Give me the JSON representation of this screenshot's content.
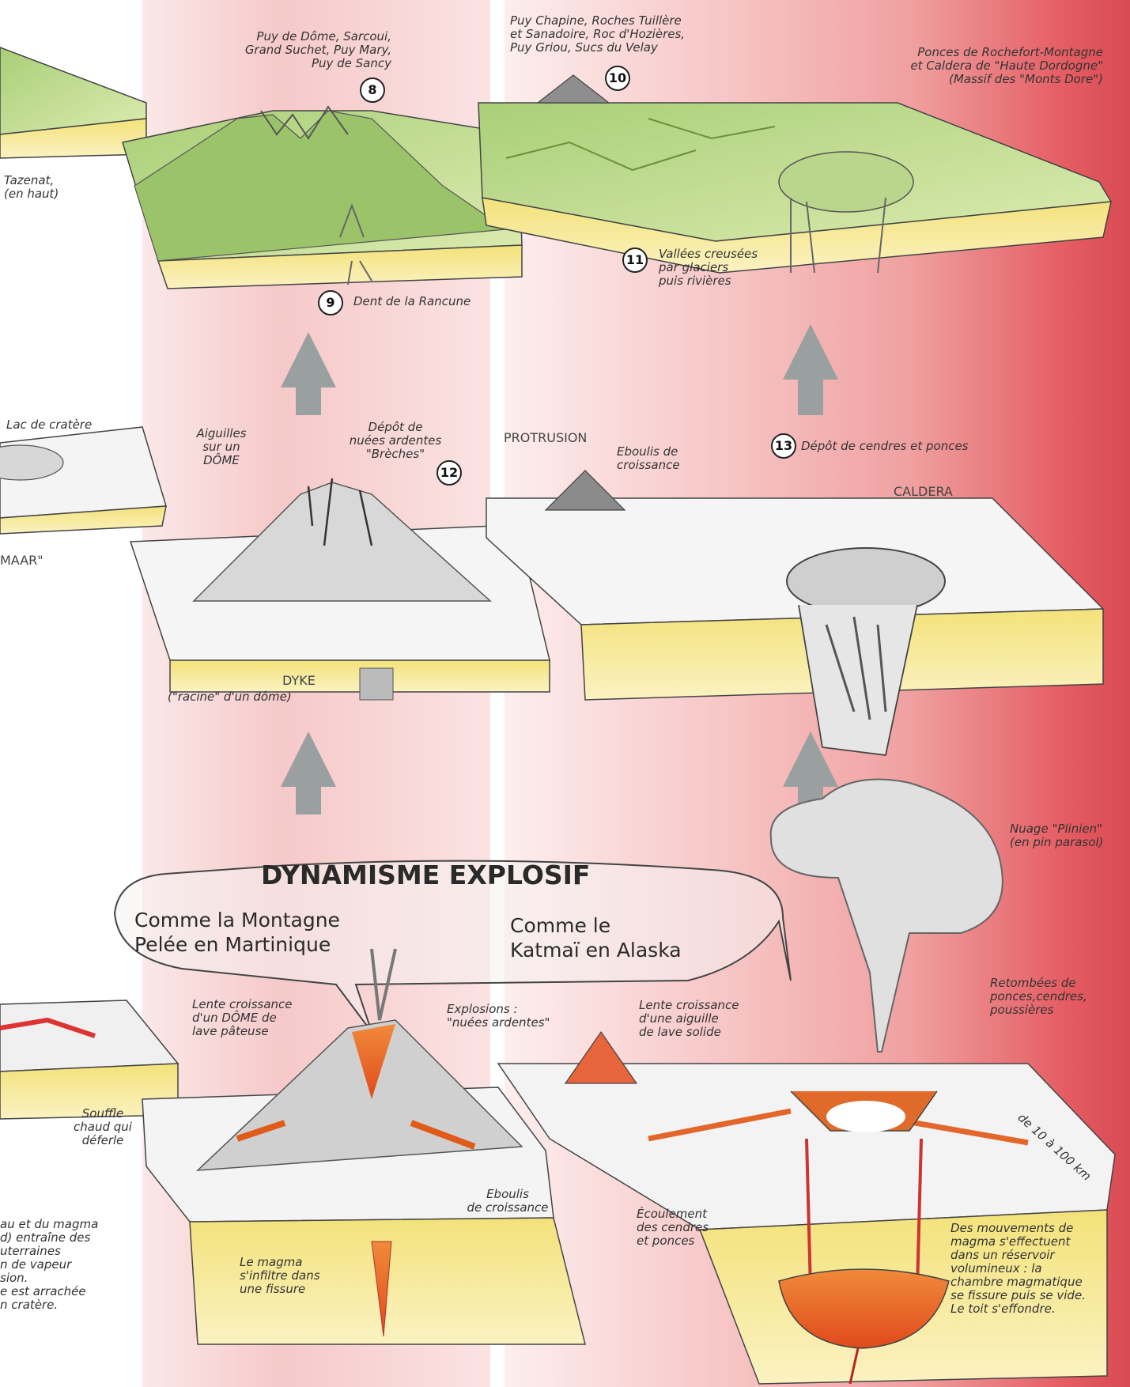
{
  "title": "DYNAMISME EXPLOSIF",
  "comparisons": {
    "left": "Comme la Montagne\nPelée en Martinique",
    "right": "Comme le\nKatmaï en Alaska"
  },
  "top": {
    "summits": "Puy de Dôme, Sarcoui,\nGrand Suchet, Puy Mary,\nPuy de Sancy",
    "summits_num": "8",
    "dent_num": "9",
    "dent": "Dent de la Rancune",
    "domes": "Puy Chapine, Roches Tuillère\net Sanadoire, Roc d'Hozières,\nPuy Griou, Sucs du Velay",
    "domes_num": "10",
    "valleys_num": "11",
    "valleys": "Vallées creusées\npar glaciers\npuis rivières",
    "ponces": "Ponces de Rochefort-Montagne\net Caldera de \"Haute Dordogne\"\n(Massif des \"Monts Dore\")",
    "left_fragment": "Tazenat,\n(en haut)"
  },
  "middle": {
    "aiguilles": "Aiguilles\nsur un\nDÔME",
    "depot_nuees": "Dépôt de\nnuées ardentes\n\"Brèches\"",
    "depot_num": "12",
    "dyke": "DYKE",
    "racine": "(\"racine\" d'un dôme)",
    "protrusion": "PROTRUSION",
    "eboulis": "Eboulis de\ncroissance",
    "cendres_num": "13",
    "cendres": "Dépôt de cendres et ponces",
    "caldera": "CALDERA",
    "lac": "Lac de cratère",
    "maar": "MAAR\""
  },
  "bottom": {
    "lente_dome": "Lente croissance\nd'un DÔME de\nlave pâteuse",
    "explosions": "Explosions :\n\"nuées ardentes\"",
    "lente_aiguille": "Lente croissance\nd'une aiguille\nde lave solide",
    "nuage": "Nuage \"Plinien\"\n(en pin parasol)",
    "retombees": "Retombées de\nponces,cendres,\npoussières",
    "distance": "de 10 à 100 km",
    "souffle": "Souffle\nchaud qui\ndéferle",
    "eboulis2": "Eboulis\nde croissance",
    "ecoulement": "Écoulement\ndes cendres\net ponces",
    "magma_fissure": "Le magma\ns'infiltre dans\nune fissure",
    "mouvements": "Des mouvements de\nmagma s'effectuent\ndans un réservoir\nvolumineux : la\nchambre magmatique\nse fissure puis se vide.\nLe toit s'effondre.",
    "left_text": "au et du magma\nd) entraîne des\nuterraines\nn de vapeur\nsion.\ne est arrachée\nn cratère."
  }
}
